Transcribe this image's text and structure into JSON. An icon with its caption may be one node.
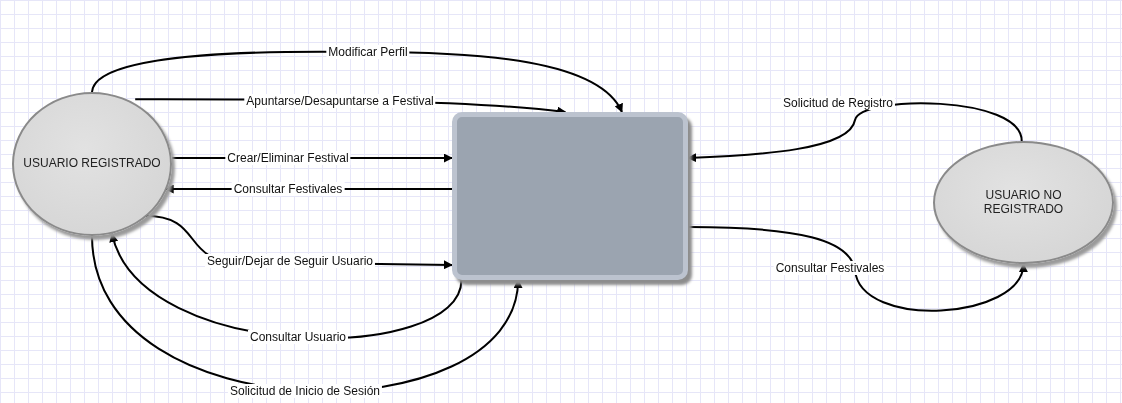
{
  "diagram": {
    "nodes": [
      {
        "text": [
          "USUARIO REGISTRADO"
        ]
      },
      {
        "text": [],
        "shape": "box"
      },
      {
        "text": [
          "USUARIO NO REGISTRADO"
        ]
      }
    ],
    "edges": [
      {
        "from": 0,
        "to": 1,
        "arrow": "to",
        "label": "Modificar Perfil"
      },
      {
        "from": 0,
        "to": 1,
        "arrow": "to",
        "label": "Apuntarse/Desapuntarse a Festival"
      },
      {
        "from": 0,
        "to": 1,
        "arrow": "to",
        "label": "Crear/Eliminar Festival"
      },
      {
        "from": 1,
        "to": 0,
        "arrow": "to",
        "label": "Consultar Festivales"
      },
      {
        "from": 0,
        "to": 1,
        "arrow": "to",
        "label": "Seguir/Dejar de Seguir Usuario"
      },
      {
        "from": 1,
        "to": 0,
        "arrow": "to",
        "label": "Consultar Usuario"
      },
      {
        "from": 0,
        "to": 1,
        "arrow": "to",
        "label": "Solicitud de Inicio de Sesión"
      },
      {
        "from": 2,
        "to": 1,
        "arrow": "to",
        "label": "Solicitud de Registro"
      },
      {
        "from": 1,
        "to": 2,
        "arrow": "to",
        "label": "Consultar Festivales"
      }
    ]
  }
}
